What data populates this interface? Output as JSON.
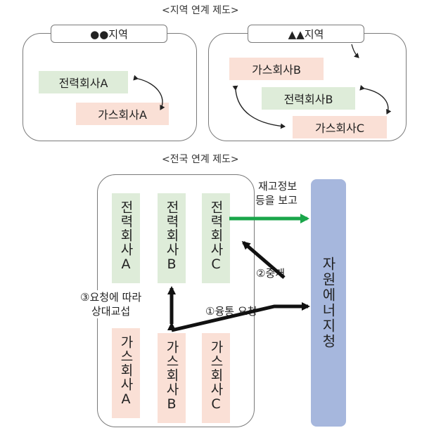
{
  "titles": {
    "regional": "<지역 연계 제도>",
    "national": "<전국 연계 제도>"
  },
  "regions": [
    {
      "name": "●●지역",
      "upper": "전력회사A",
      "lower": "가스회사A"
    },
    {
      "name": "▲▲지역",
      "top": "가스회사B",
      "middle": "전력회사B",
      "bottom": "가스회사C"
    }
  ],
  "national": {
    "power_companies": [
      "전력회사A",
      "전력회사B",
      "전력회사C"
    ],
    "gas_companies": [
      "가스회사A",
      "가스회사B",
      "가스회사C"
    ],
    "agency": "자원에너지청",
    "report_label": [
      "재고정보",
      "등을 보고"
    ],
    "step1": "①융통 요청",
    "step2": "②중개",
    "step3": [
      "③요청에 따라",
      "상대교섭"
    ]
  },
  "colors": {
    "power": "#deecd9",
    "gas": "#fae0d6",
    "agency": "#a6b7dd",
    "report_arrow": "#1aa64a",
    "arrow": "#111111"
  }
}
